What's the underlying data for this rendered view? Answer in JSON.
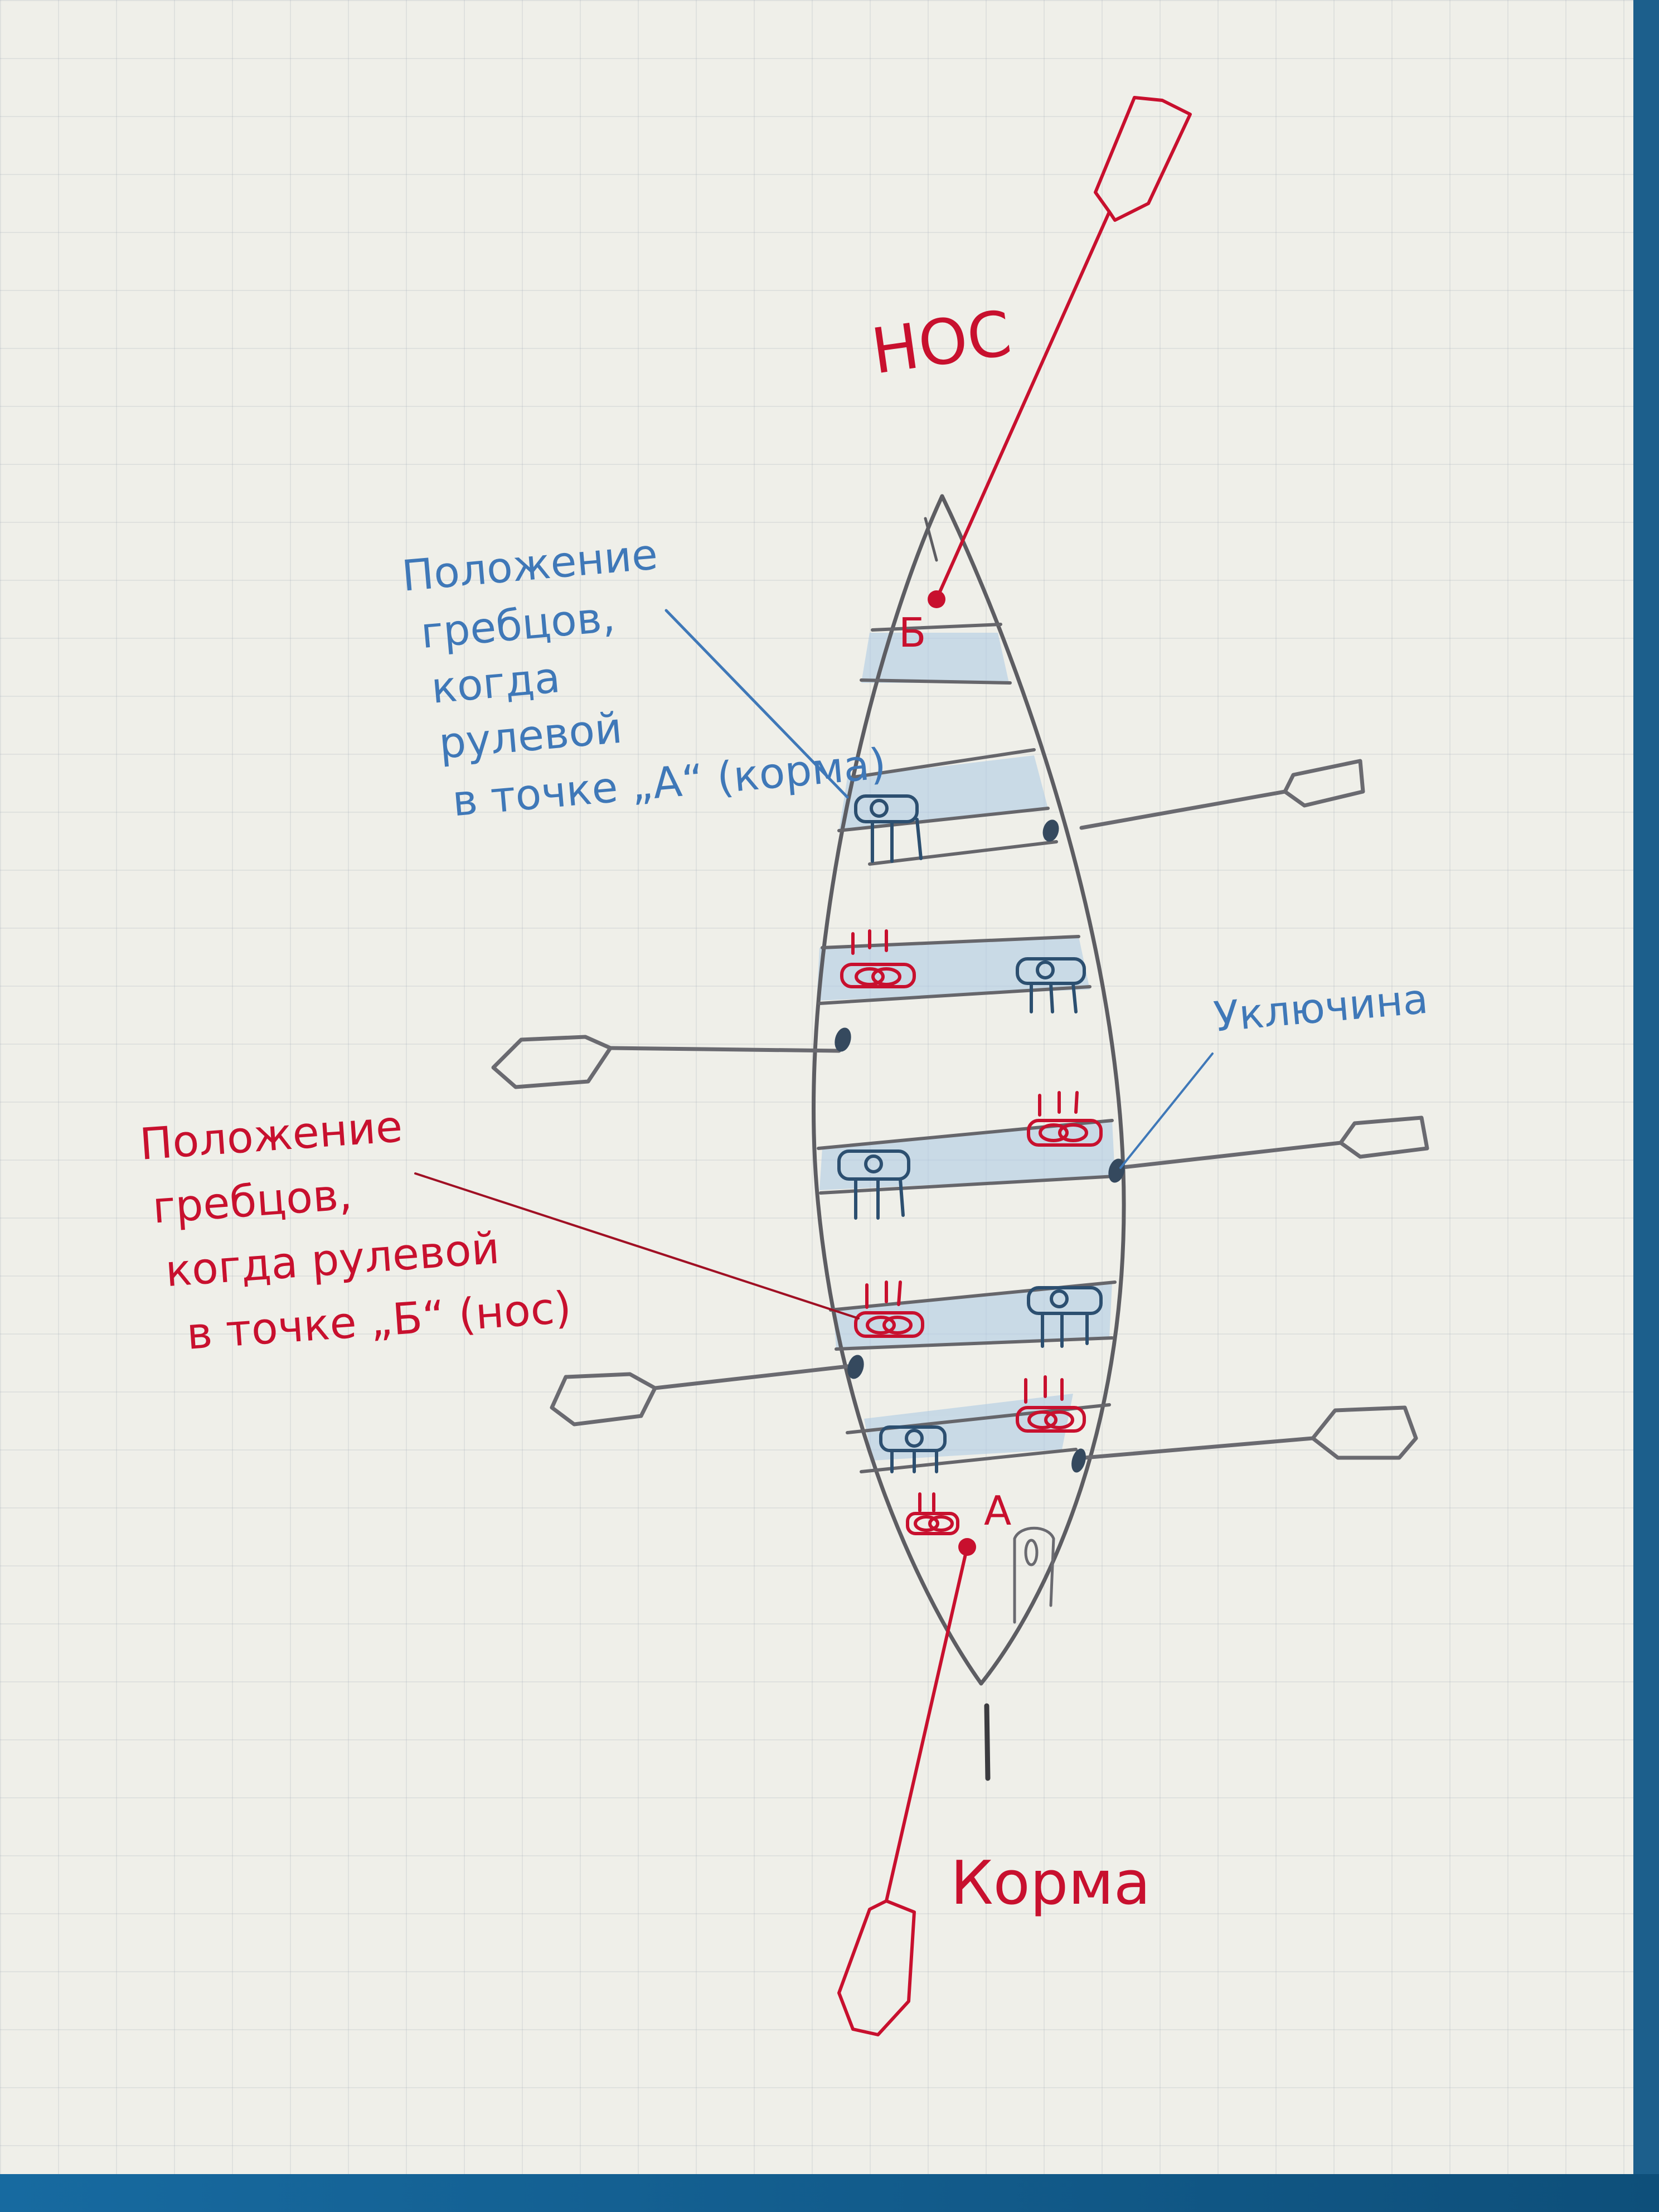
{
  "labels": {
    "bow": "НОС",
    "stern": "Корма",
    "point_a": "А",
    "point_b": "Б",
    "oarlock": "Уключина",
    "blue_note": {
      "lines": [
        "Положение",
        "гребцов,",
        "когда",
        "рулевой",
        "в точке „А“ (корма)"
      ]
    },
    "red_note": {
      "lines": [
        "Положение",
        "гребцов,",
        "когда рулевой",
        "в точке „Б“ (нос)"
      ]
    }
  },
  "colors": {
    "red_ink": "#c8102e",
    "blue_ink": "#3f78b8",
    "pencil": "#5d5d62",
    "paper": "#efefe9",
    "table": "#1c5f8c"
  }
}
